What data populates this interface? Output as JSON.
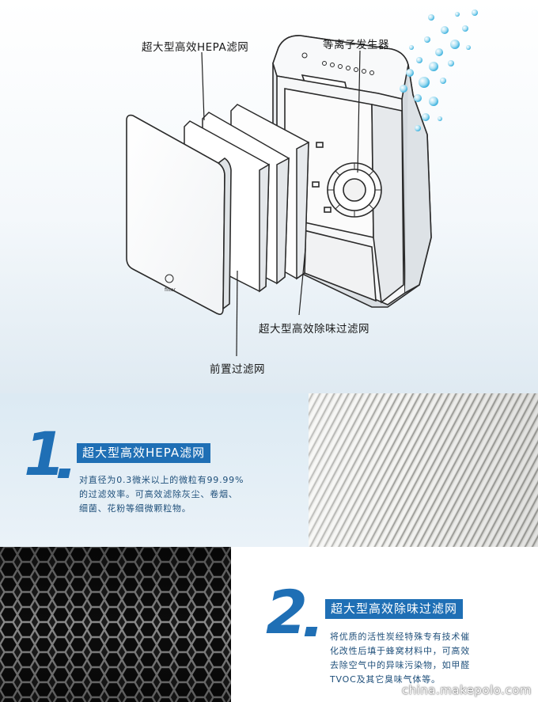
{
  "diagram": {
    "labels": {
      "hepa_filter": "超大型高效HEPA滤网",
      "ion_generator": "等离子发生器",
      "odor_filter": "超大型高效除味过滤网",
      "pre_filter": "前置过滤网"
    }
  },
  "features": [
    {
      "number": "1",
      "title": "超大型高效HEPA滤网",
      "lines": [
        "对直径为0.3微米以上的微粒有99.99%",
        "的过滤效率。可高效滤除灰尘、卷烟、",
        "细菌、花粉等细微颗粒物。"
      ]
    },
    {
      "number": "2",
      "title": "超大型高效除味过滤网",
      "lines": [
        "将优质的活性炭经特殊专有技术催",
        "化改性后填于蜂窝材料中，可高效",
        "去除空气中的异味污染物，如甲醛",
        "TVOC及其它臭味气体等。"
      ]
    }
  ],
  "watermark": "china.makepolo.com",
  "colors": {
    "accent_blue": "#1f6fb5",
    "text_blue": "#1e4f7a"
  }
}
